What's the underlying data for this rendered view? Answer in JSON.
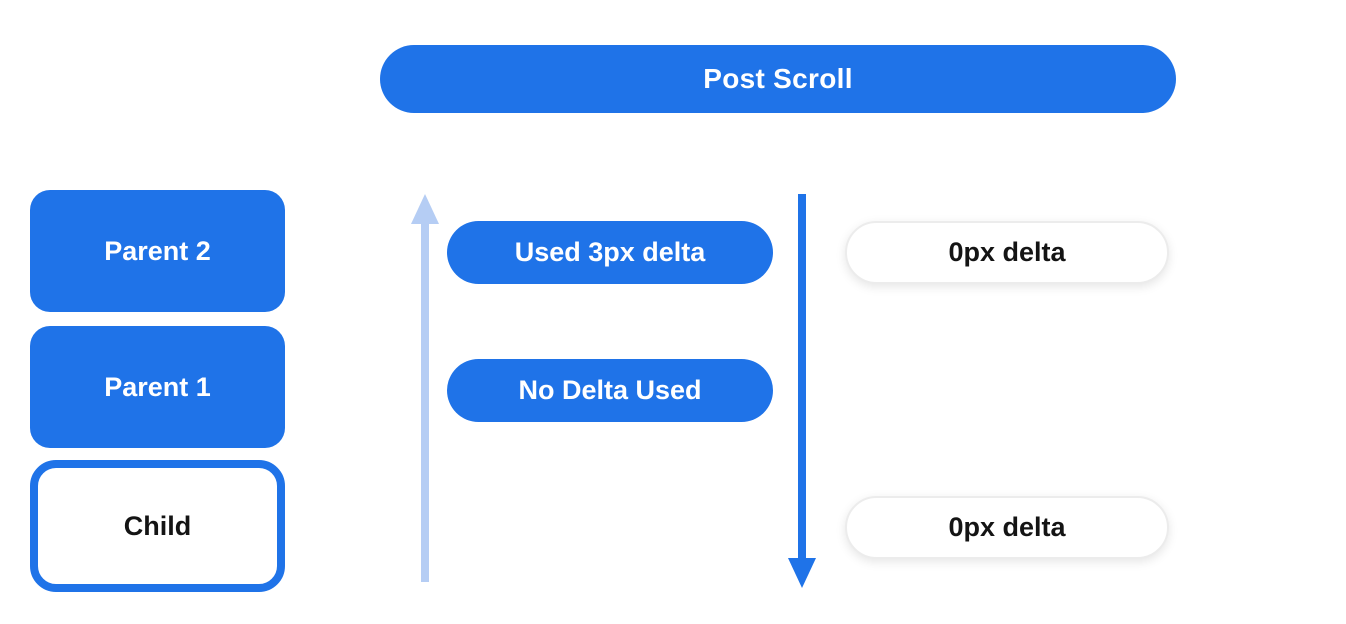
{
  "colors": {
    "primary_blue": "#1f73e8",
    "light_blue": "#b5cdf4",
    "pill_background": "#ffffff",
    "pill_border": "#ececec",
    "text_on_blue": "#ffffff",
    "text_dark": "#141414"
  },
  "header": {
    "label": "Post Scroll"
  },
  "left_column": {
    "items": [
      {
        "label": "Parent 2",
        "variant": "filled"
      },
      {
        "label": "Parent 1",
        "variant": "filled"
      },
      {
        "label": "Child",
        "variant": "outlined"
      }
    ]
  },
  "middle_column": {
    "pills": [
      {
        "label": "Used 3px delta"
      },
      {
        "label": "No Delta Used"
      }
    ]
  },
  "right_column": {
    "pills": [
      {
        "label": "0px delta"
      },
      {
        "label": "0px delta"
      }
    ]
  },
  "arrows": {
    "left_arrow": {
      "direction": "up",
      "color": "light-blue"
    },
    "right_arrow": {
      "direction": "down",
      "color": "blue"
    }
  }
}
